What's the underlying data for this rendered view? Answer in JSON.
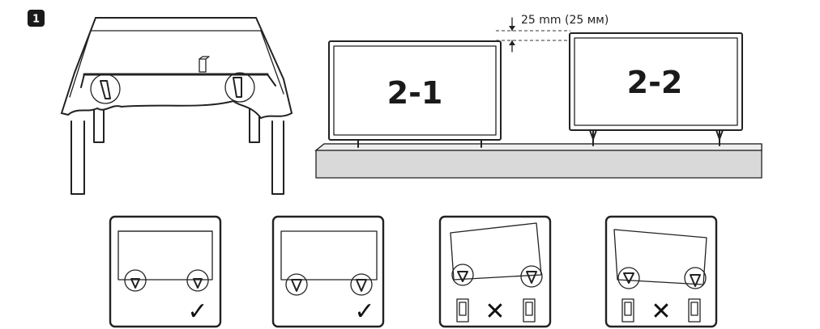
{
  "step_badge": "1",
  "gap_note": "25 mm (25 мм)",
  "labels": {
    "tv_a": "2-1",
    "tv_b": "2-2"
  },
  "panels": [
    {
      "mark": "✓",
      "result": "correct"
    },
    {
      "mark": "✓",
      "result": "correct"
    },
    {
      "mark": "✕",
      "result": "incorrect"
    },
    {
      "mark": "✕",
      "result": "incorrect"
    }
  ]
}
